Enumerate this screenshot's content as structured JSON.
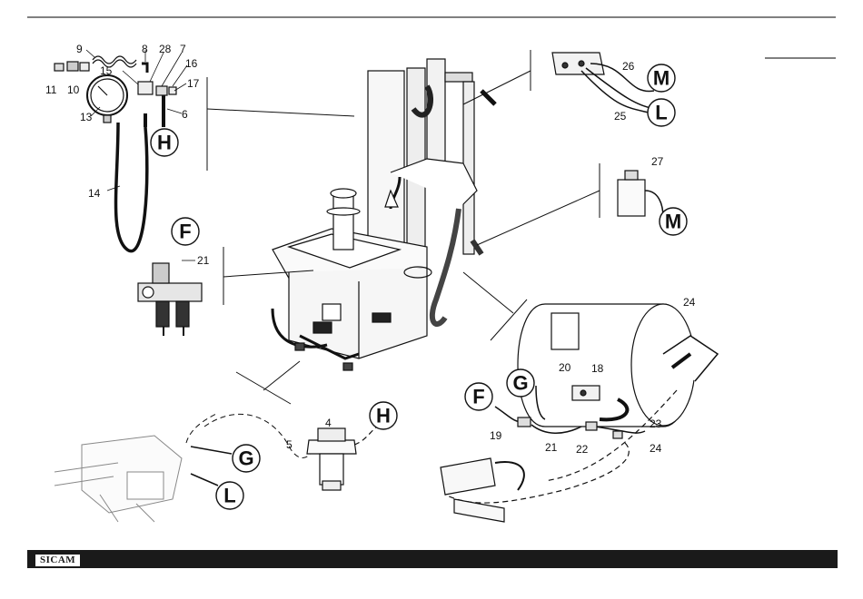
{
  "brand": {
    "logo": "SICAM"
  },
  "callouts": {
    "n4": "4",
    "n5": "5",
    "n6": "6",
    "n7": "7",
    "n8": "8",
    "n9": "9",
    "n10": "10",
    "n11": "11",
    "n13": "13",
    "n14": "14",
    "n15": "15",
    "n16": "16",
    "n17": "17",
    "n18": "18",
    "n19": "19",
    "n20": "20",
    "n21": "21",
    "n22": "22",
    "n23": "23",
    "n24a": "24",
    "n24b": "24",
    "n25": "25",
    "n26": "26",
    "n27": "27",
    "n28": "28"
  },
  "circles": {
    "H1": "H",
    "H2": "H",
    "F1": "F",
    "F2": "F",
    "G1": "G",
    "G2": "G",
    "L1": "L",
    "L2": "L",
    "M1": "M",
    "M2": "M"
  }
}
